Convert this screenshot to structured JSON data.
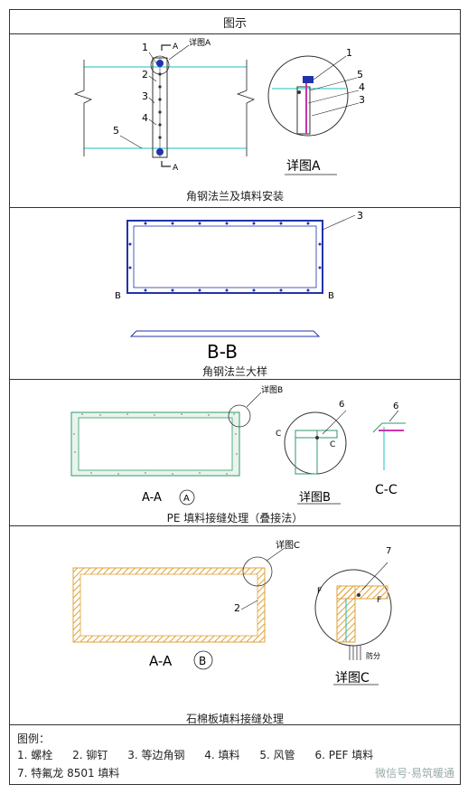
{
  "header": {
    "title": "图示"
  },
  "panel1": {
    "caption": "角钢法兰及填料安装",
    "labels": [
      "1",
      "2",
      "3",
      "4",
      "5"
    ],
    "section_mark": "A",
    "detail_tag": "详图A",
    "detail_labels": [
      "1",
      "5",
      "4",
      "3"
    ],
    "detail_title": "详图A"
  },
  "panel2": {
    "caption": "角钢法兰大样",
    "label": "3",
    "section_mark": "B",
    "section_title": "B-B"
  },
  "panel3": {
    "caption": "PE 填料接缝处理（叠接法）",
    "detail_tag": "详图B",
    "section_label": "A-A",
    "section_circle": "A",
    "detail_label": "6",
    "detail_marks": [
      "C",
      "C"
    ],
    "detail_title": "详图B",
    "cc_label": "6",
    "cc_title": "C-C"
  },
  "panel4": {
    "caption": "石棉板填料接缝处理",
    "detail_tag": "详图C",
    "label": "2",
    "section_label": "A-A",
    "section_circle": "B",
    "detail_label": "7",
    "detail_marks": [
      "F",
      "F"
    ],
    "side_note": "防分",
    "detail_title": "详图C"
  },
  "legend": {
    "title": "图例：",
    "row1": [
      "1. 螺栓",
      "2. 铆钉",
      "3. 等边角钢",
      "4. 填料",
      "5. 风管",
      "6. PEF 填料"
    ],
    "row2": [
      "7. 特氟龙 8501 填料"
    ]
  },
  "watermark": "微信号·易筑暖通",
  "colors": {
    "line": "#1a1a8a",
    "cyan": "#19c1c1",
    "magenta": "#cc33aa",
    "hatch": "#e0a23a",
    "green": "#2e9a6a"
  }
}
